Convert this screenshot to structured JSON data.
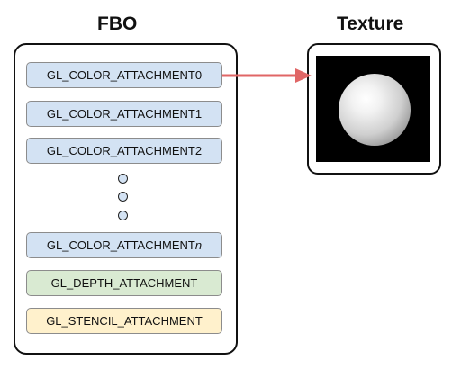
{
  "fbo": {
    "title": "FBO",
    "attachments": [
      "GL_COLOR_ATTACHMENT0",
      "GL_COLOR_ATTACHMENT1",
      "GL_COLOR_ATTACHMENT2"
    ],
    "color_n": {
      "prefix": "GL_COLOR_ATTACHMENT",
      "suffix": "n"
    },
    "depth": "GL_DEPTH_ATTACHMENT",
    "stencil": "GL_STENCIL_ATTACHMENT"
  },
  "texture": {
    "title": "Texture"
  },
  "colors": {
    "color_attachment_fill": "#d3e2f3",
    "depth_fill": "#d9ead2",
    "stencil_fill": "#fff1cc",
    "arrow": "#e06666"
  }
}
